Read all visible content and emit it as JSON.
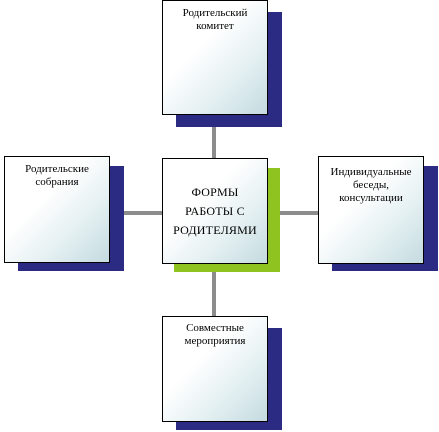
{
  "diagram": {
    "center": {
      "label": "ФОРМЫ\nРАБОТЫ С\nРОДИТЕЛЯМИ"
    },
    "nodes": [
      {
        "id": "top",
        "label": "Родительский\nкомитет"
      },
      {
        "id": "left",
        "label": "Родительские\nсобрания"
      },
      {
        "id": "right",
        "label": "Индивидуальные\nбеседы,\nконсультации"
      },
      {
        "id": "bottom",
        "label": "Совместные\nмероприятия"
      }
    ],
    "colors": {
      "outer_shadow": "#2b2b83",
      "center_shadow": "#8fc31f",
      "connector": "#8c8c8c",
      "box_fill_light": "#ffffff",
      "box_fill_tint": "#c4dbe0"
    }
  }
}
